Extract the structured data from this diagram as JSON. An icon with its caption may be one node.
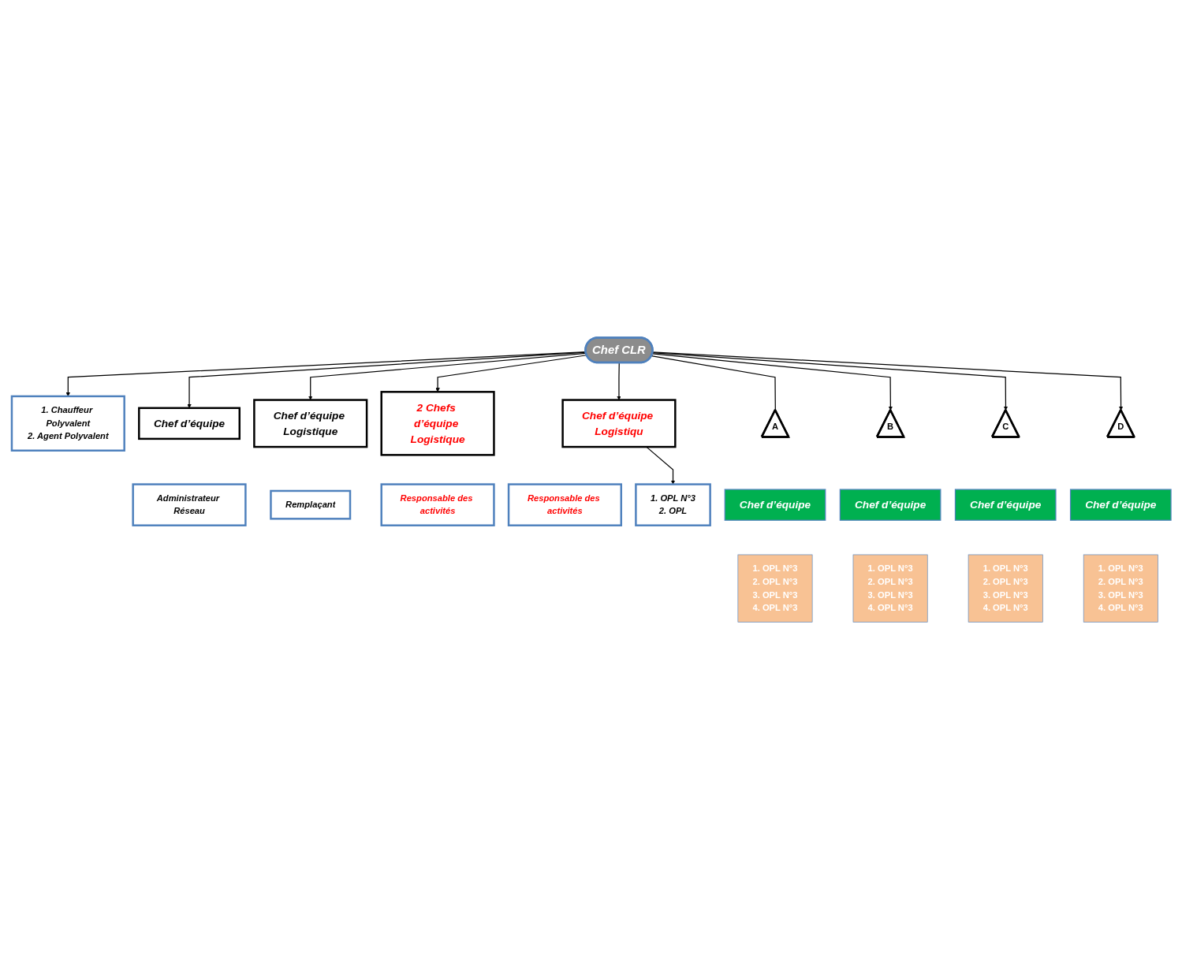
{
  "diagram": {
    "nodes": [
      {
        "text": [
          "Chef CLR"
        ]
      },
      {
        "text": [
          "1. Chauffeur Polyvalent",
          "2. Agent Polyvalent"
        ]
      },
      {
        "text": [
          "Chef d’équipe"
        ]
      },
      {
        "text": [
          "Administrateur Réseau"
        ]
      },
      {
        "text": [
          "Chef d’équipe Logistique"
        ]
      },
      {
        "text": [
          "Remplaçant"
        ]
      },
      {
        "text": [
          "2 Chefs d’équipe Logistique"
        ]
      },
      {
        "text": [
          "Responsable des activités"
        ]
      },
      {
        "text": [
          "Chef d’équipe Logistiqu"
        ]
      },
      {
        "text": [
          "Responsable des activités"
        ]
      },
      {
        "text": [
          "1. OPL N°3",
          "2. OPL"
        ]
      },
      {
        "text": [
          "A"
        ]
      },
      {
        "text": [
          "B"
        ]
      },
      {
        "text": [
          "C"
        ]
      },
      {
        "text": [
          "D"
        ]
      },
      {
        "text": [
          "Chef d’équipe"
        ]
      },
      {
        "text": [
          "Chef d’équipe"
        ]
      },
      {
        "text": [
          "Chef d’équipe"
        ]
      },
      {
        "text": [
          "Chef d’équipe"
        ]
      },
      {
        "text": [
          "1. OPL N°3",
          "2. OPL N°3",
          "3. OPL N°3",
          "4. OPL N°3"
        ]
      },
      {
        "text": [
          "1. OPL N°3",
          "2. OPL N°3",
          "3. OPL N°3",
          "4. OPL N°3"
        ]
      },
      {
        "text": [
          "1. OPL N°3",
          "2. OPL N°3",
          "3. OPL N°3",
          "4. OPL N°3"
        ]
      },
      {
        "text": [
          "1. OPL N°3",
          "2. OPL N°3",
          "3. OPL N°3",
          "4. OPL N°3"
        ]
      }
    ],
    "edges": [
      {
        "from": 0,
        "to": 1,
        "arrow": "to"
      },
      {
        "from": 0,
        "to": 2,
        "arrow": "to"
      },
      {
        "from": 0,
        "to": 4,
        "arrow": "to"
      },
      {
        "from": 0,
        "to": 6,
        "arrow": "to"
      },
      {
        "from": 0,
        "to": 8,
        "arrow": "to"
      },
      {
        "from": 8,
        "to": 10,
        "arrow": "to"
      },
      {
        "from": 0,
        "to": 11,
        "arrow": "none"
      },
      {
        "from": 0,
        "to": 12,
        "arrow": "to"
      },
      {
        "from": 0,
        "to": 13,
        "arrow": "to"
      },
      {
        "from": 0,
        "to": 14,
        "arrow": "to"
      }
    ]
  }
}
